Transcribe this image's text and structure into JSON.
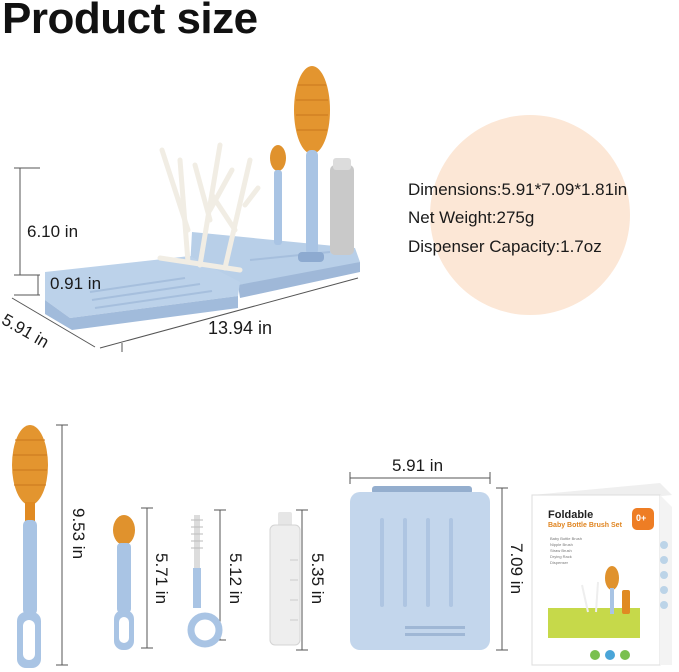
{
  "title": "Product size",
  "specs": {
    "dimensions": "Dimensions:5.91*7.09*1.81in",
    "net_weight": "Net Weight:275g",
    "capacity": "Dispenser Capacity:1.7oz"
  },
  "rack_dims": {
    "height": "6.10 in",
    "tray_height": "0.91 in",
    "depth": "5.91 in",
    "length": "13.94 in"
  },
  "accessory_dims": {
    "bottle_brush": "9.53 in",
    "nipple_brush": "5.71 in",
    "straw_brush": "5.12 in",
    "dispenser": "5.35 in",
    "case_width": "5.91 in",
    "case_height": "7.09 in"
  },
  "box": {
    "brand_line": "Foldable",
    "product_line": "Baby Bottle Brush Set",
    "age_badge": "0+",
    "contents": [
      "Baby Bottle Brush",
      "Nipple Brush",
      "Straw Brush",
      "Drying Rack",
      "Dispenser"
    ]
  },
  "colors": {
    "accent_blue": "#a9c4e4",
    "bristle_orange": "#e0922d",
    "peach": "#fce7d6"
  }
}
